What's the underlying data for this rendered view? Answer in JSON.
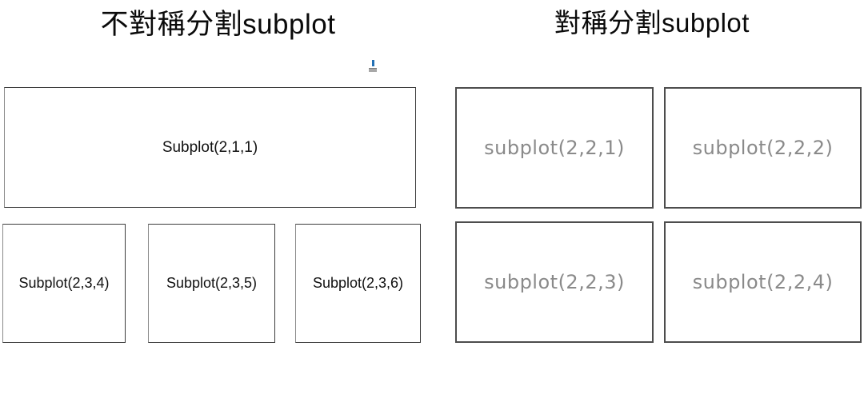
{
  "colors": {
    "background": "#ffffff",
    "left_box_border": "#3c3c3c",
    "left_box_text": "#111111",
    "right_box_border": "#4d4d4d",
    "right_box_text": "#8a8a8a",
    "title_text": "#0a0a0a",
    "cursor_artifact_blue": "#2471b5",
    "cursor_artifact_gray": "#a8a8a8"
  },
  "left_panel": {
    "title": "不對稱分割subplot",
    "top_box": {
      "label": "Subplot(2,1,1)"
    },
    "bottom_boxes": [
      {
        "label": "Subplot(2,3,4)"
      },
      {
        "label": "Subplot(2,3,5)"
      },
      {
        "label": "Subplot(2,3,6)"
      }
    ]
  },
  "right_panel": {
    "title": "對稱分割subplot",
    "boxes": [
      {
        "label": "subplot(2,2,1)"
      },
      {
        "label": "subplot(2,2,2)"
      },
      {
        "label": "subplot(2,2,3)"
      },
      {
        "label": "subplot(2,2,4)"
      }
    ]
  },
  "icons": {
    "cursor_artifact": "text-cursor-artifact-icon"
  }
}
